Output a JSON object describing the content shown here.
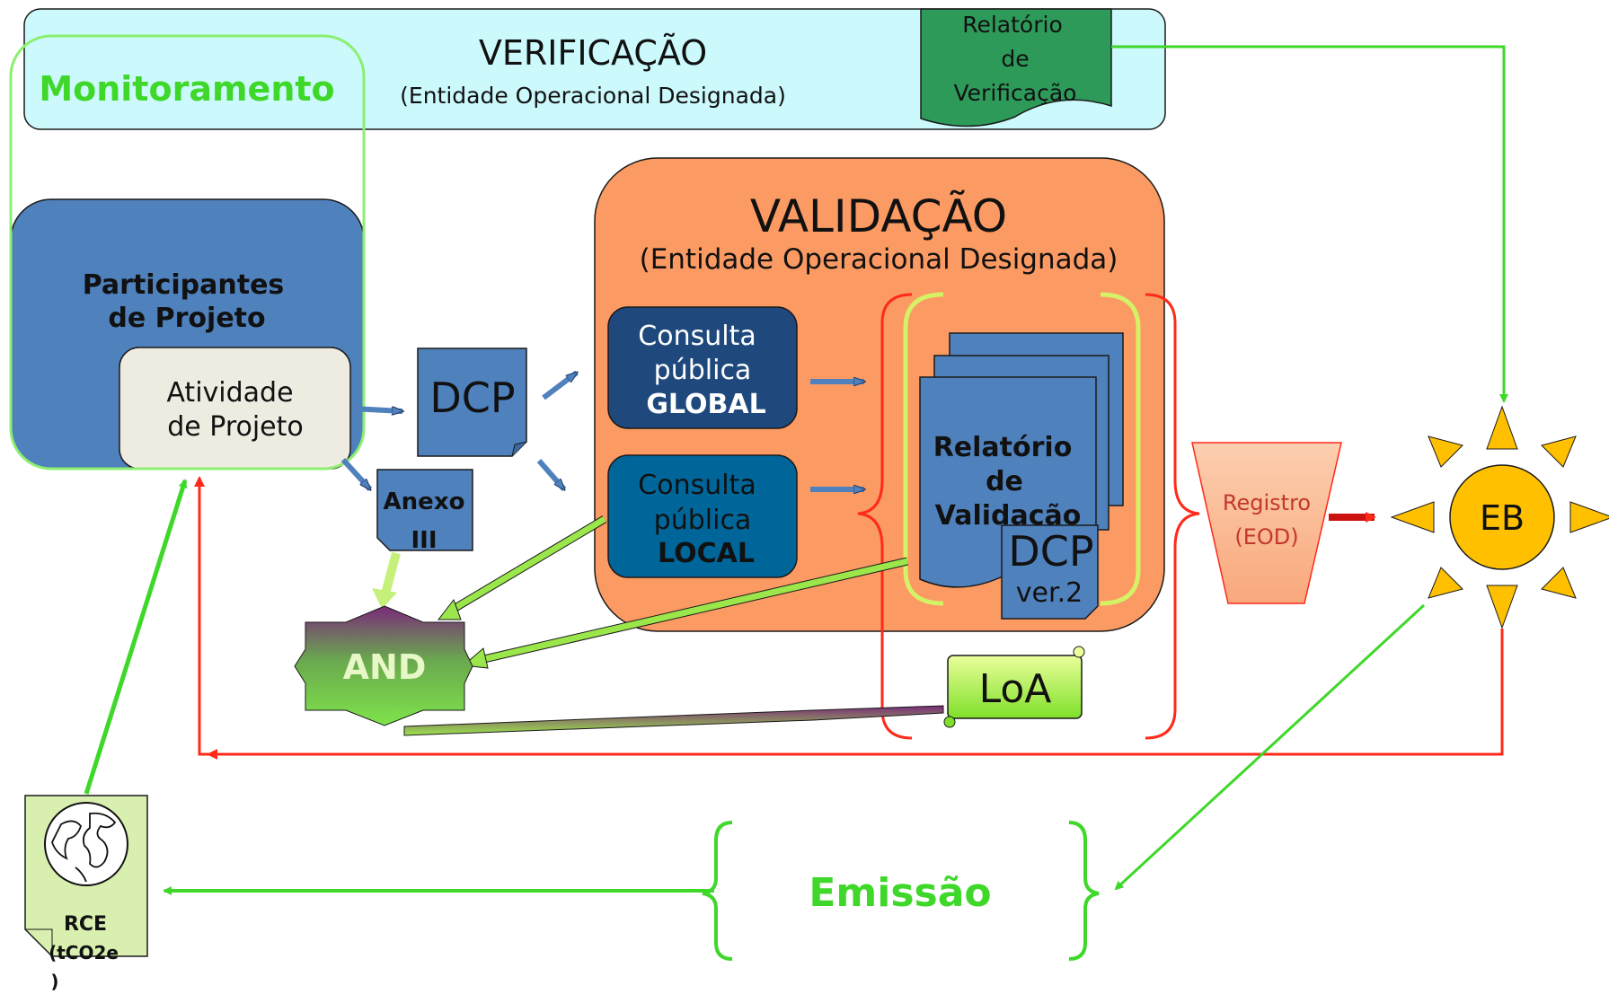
{
  "verification": {
    "title": "VERIFICAÇÃO",
    "subtitle": "(Entidade Operacional Designada)",
    "report_line1": "Relatório",
    "report_line2": "de",
    "report_line3": "Verificação"
  },
  "monitoring": {
    "label": "Monitoramento"
  },
  "participants": {
    "title_line1": "Participantes",
    "title_line2": "de Projeto",
    "activity_line1": "Atividade",
    "activity_line2": "de Projeto"
  },
  "dcp": {
    "label": "DCP"
  },
  "annex": {
    "line1": "Anexo",
    "line2": "III"
  },
  "validation": {
    "title": "VALIDAÇÃO",
    "subtitle": "(Entidade Operacional Designada)",
    "global_line1": "Consulta",
    "global_line2": "pública",
    "global_line3": "GLOBAL",
    "local_line1": "Consulta",
    "local_line2": "pública",
    "local_line3": "LOCAL",
    "report_line1": "Relatório",
    "report_line2": "de",
    "report_line3": "Validação",
    "dcp2_line1": "DCP",
    "dcp2_line2": "ver.2"
  },
  "and": {
    "label": "AND"
  },
  "loa": {
    "label": "LoA"
  },
  "registry": {
    "line1": "Registro",
    "line2": "(EOD)"
  },
  "eb": {
    "label": "EB"
  },
  "emission": {
    "label": "Emissão"
  },
  "rce": {
    "line1": "RCE",
    "line2": "(tCO2e",
    "line3": ")"
  },
  "colors": {
    "green_flow": "#3fd82a",
    "red_flow": "#ff2a1a",
    "blue_box": "#4f81bd",
    "orange_box": "#fb9a63",
    "cyan_box": "#ccf9fc",
    "sun": "#ffc000"
  }
}
